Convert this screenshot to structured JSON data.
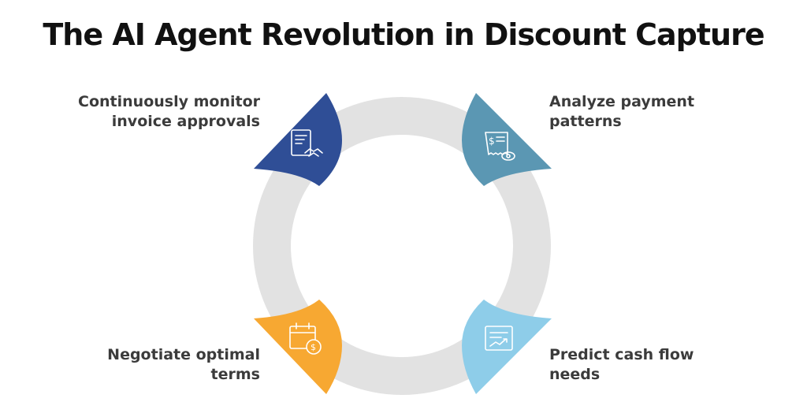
{
  "title": "The AI Agent Revolution in Discount Capture",
  "steps": [
    {
      "line1": "Continuously monitor",
      "line2": "invoice approvals",
      "icon": "invoice-handshake-icon",
      "color": "#2f4e96"
    },
    {
      "line1": "Analyze payment",
      "line2": "patterns",
      "icon": "receipt-eye-icon",
      "color": "#5b97b3"
    },
    {
      "line1": "Predict cash flow",
      "line2": "needs",
      "icon": "chart-board-icon",
      "color": "#8ecde9"
    },
    {
      "line1": "Negotiate optimal",
      "line2": "terms",
      "icon": "calendar-dollar-icon",
      "color": "#f7a832"
    }
  ],
  "ring_color": "#e2e2e2"
}
